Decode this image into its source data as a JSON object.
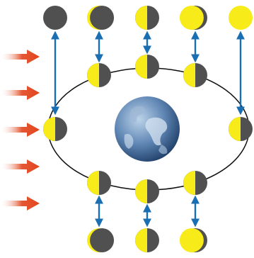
{
  "diagram": {
    "colors": {
      "lit": "#f7ec1a",
      "dark": "#505050",
      "sunlight_arrow": "#e2451d",
      "link_arrow": "#1a6fb3",
      "orbit": "#111111",
      "earth_light": "#bcd3ea",
      "earth_mid": "#5f86b4",
      "earth_dark": "#1f3f68"
    },
    "sun_rays": {
      "count": 5,
      "direction": "right",
      "icon": "sunlight-arrow-icon"
    },
    "earth": {
      "icon": "earth-globe-icon"
    },
    "orbit_phases": [
      {
        "name": "first-quarter-top-left",
        "lit_fraction": 0.5
      },
      {
        "name": "top-center",
        "lit_fraction": 0.5
      },
      {
        "name": "top-right",
        "lit_fraction": 0.5
      },
      {
        "name": "left",
        "lit_fraction": 0.5
      },
      {
        "name": "right",
        "lit_fraction": 0.5
      },
      {
        "name": "bottom-left",
        "lit_fraction": 0.5
      },
      {
        "name": "bottom-center",
        "lit_fraction": 0.5
      },
      {
        "name": "bottom-right",
        "lit_fraction": 0.5
      }
    ],
    "seen_phases": [
      {
        "name": "new-moon",
        "visible_lit_fraction": 0.0
      },
      {
        "name": "waxing-crescent",
        "visible_lit_fraction": 0.12
      },
      {
        "name": "first-quarter",
        "visible_lit_fraction": 0.5
      },
      {
        "name": "waxing-gibbous",
        "visible_lit_fraction": 0.85
      },
      {
        "name": "full-moon",
        "visible_lit_fraction": 1.0
      },
      {
        "name": "waning-crescent",
        "visible_lit_fraction": 0.12
      },
      {
        "name": "last-quarter",
        "visible_lit_fraction": 0.5
      },
      {
        "name": "waning-gibbous",
        "visible_lit_fraction": 0.85
      }
    ]
  }
}
